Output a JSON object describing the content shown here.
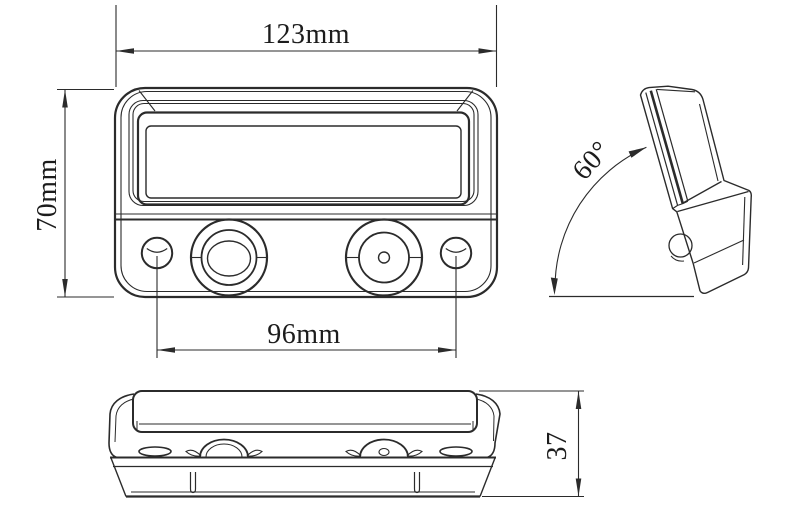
{
  "drawing": {
    "background_color": "#ffffff",
    "line_color": "#2b2b2b",
    "annotations": {
      "width": "123mm",
      "height": "70mm",
      "hole_spacing": "96mm",
      "depth": "37",
      "tilt_angle": "60°"
    }
  }
}
